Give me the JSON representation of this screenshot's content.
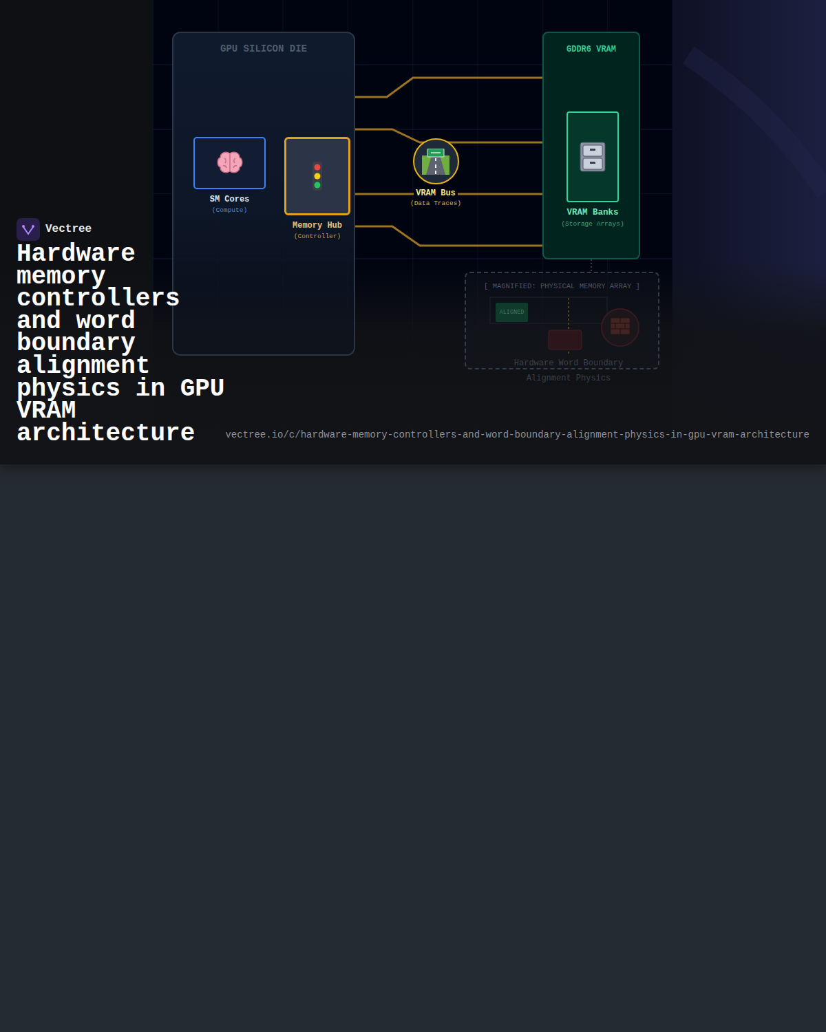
{
  "diagram": {
    "title": "Hardware memory controllers and word boundary alignment physics in GPU VRAM architecture",
    "nodes": [
      {
        "text": [
          "GPU SILICON DIE"
        ]
      },
      {
        "text": [
          "SM Cores",
          "(Compute)"
        ],
        "in": 0
      },
      {
        "text": [
          "Memory Hub",
          "(Controller)"
        ],
        "in": 0
      },
      {
        "text": [
          "VRAM Bus",
          "(Data Traces)"
        ]
      },
      {
        "text": [
          "GDDR6 VRAM"
        ]
      },
      {
        "text": [
          "VRAM Banks",
          "(Storage Arrays)"
        ],
        "in": 4
      },
      {
        "text": [
          "[ MAGNIFIED: PHYSICAL MEMORY ARRAY ]"
        ]
      },
      {
        "text": [
          "ALIGNED"
        ],
        "in": 6
      }
    ],
    "edges": [
      {
        "from": 0,
        "to": 4,
        "arrow": "none"
      },
      {
        "from": 0,
        "to": 4,
        "arrow": "none"
      },
      {
        "from": 0,
        "to": 4,
        "arrow": "none"
      },
      {
        "from": 0,
        "to": 4,
        "arrow": "none"
      },
      {
        "from": 4,
        "to": 6,
        "arrow": "none"
      }
    ],
    "labels": [
      "Vectree",
      "Hardware Word Boundary",
      "Alignment Physics",
      "vectree.io/c/hardware-memory-controllers-and-word-boundary-alignment-physics-in-gpu-vram-architecture"
    ]
  }
}
